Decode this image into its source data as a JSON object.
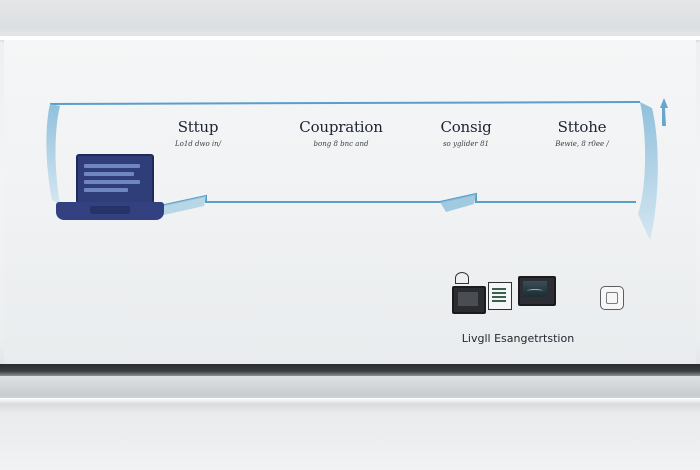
{
  "steps": [
    {
      "title": "Sttup",
      "subtitle": "Lo1d dwo in/"
    },
    {
      "title": "Coupration",
      "subtitle": "bong 8 bnc and"
    },
    {
      "title": "Consig",
      "subtitle": "so yglider 81"
    },
    {
      "title": "Sttohe",
      "subtitle": "Bewie, 8 r0ee /"
    }
  ],
  "footer": {
    "caption": "Livgll Esangetrtstion"
  },
  "icons": [
    "laptop-icon",
    "monitor-icon",
    "document-icon",
    "display-icon",
    "chip-icon"
  ],
  "colors": {
    "accent": "#5a9fc8",
    "laptop": "#334181",
    "text": "#1d2433"
  }
}
